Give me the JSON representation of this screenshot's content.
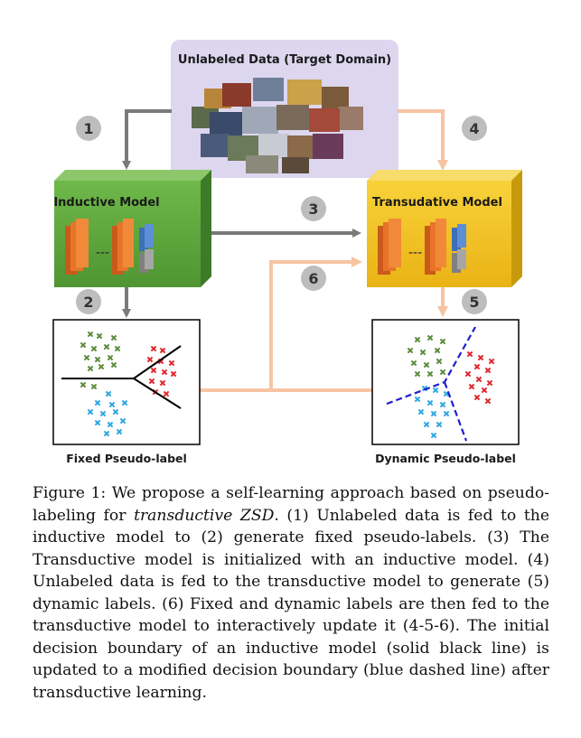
{
  "unlabeled_box": {
    "title": "Unlabeled Data (Target Domain)"
  },
  "inductive_box": {
    "title": "Inductive Model"
  },
  "transductive_box": {
    "title": "Transudative Model"
  },
  "steps": [
    "1",
    "2",
    "3",
    "4",
    "5",
    "6"
  ],
  "fixed_plot": {
    "label": "Fixed Pseudo-label"
  },
  "dynamic_plot": {
    "label": "Dynamic Pseudo-label"
  },
  "layer_dashes": "---",
  "colors": {
    "unlabeled_bg": "#ddd6ef",
    "inductive_green": "#5aa23a",
    "transductive_yellow": "#f3c21a",
    "orange_layer": "#e8742a",
    "blue_layer": "#5b8fd6",
    "gray_layer": "#a6a6a6",
    "arrow_gray": "#7a7a7a",
    "arrow_peach": "#f7c4a2",
    "cluster_green": "#5c8a3a",
    "cluster_red": "#e0262b",
    "cluster_blue": "#2ca7df",
    "dashed_boundary": "#1f1fd0"
  },
  "caption": {
    "prefix": "Figure 1: We propose a self-learning approach based on pseudo-labeling for ",
    "emph": "transductive ZSD",
    "suffix": ". (1) Unlabeled data is fed to the inductive model to (2) generate fixed pseudo-labels. (3) The Transductive model is initialized with an inductive model. (4) Unlabeled data is fed to the transductive model to generate (5) dynamic labels. (6) Fixed and dynamic labels are then fed to the transductive model to interactively update it (4-5-6). The initial decision boundary of an inductive model (solid black line) is updated to a modified decision boundary (blue dashed line) after transductive learning."
  }
}
